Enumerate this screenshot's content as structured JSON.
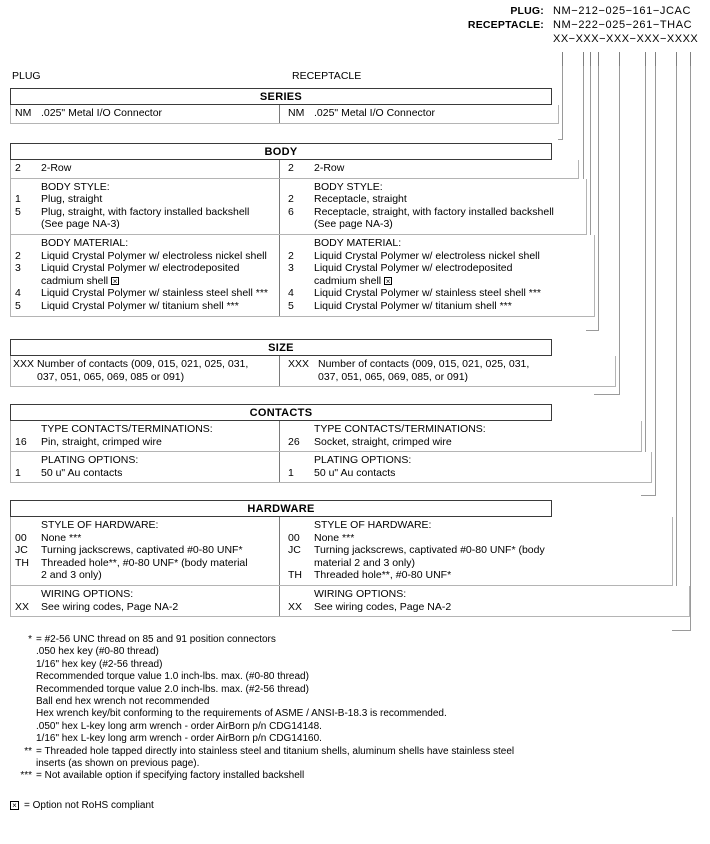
{
  "part_numbers": {
    "plug": {
      "label": "PLUG:",
      "value": "NM−212−025−161−JCAC"
    },
    "receptacle": {
      "label": "RECEPTACLE:",
      "value": "NM−222−025−261−THAC"
    },
    "template": "XX−XXX−XXX−XXX−XXXX"
  },
  "columns": {
    "plug": "PLUG",
    "receptacle": "RECEPTACLE"
  },
  "sections": [
    {
      "title": "SERIES",
      "blocks": [
        {
          "plug": {
            "header": "",
            "options": [
              {
                "code": "NM",
                "text": ".025\" Metal I/O Connector"
              }
            ]
          },
          "receptacle": {
            "header": "",
            "options": [
              {
                "code": "NM",
                "text": ".025\" Metal I/O Connector"
              }
            ]
          }
        }
      ]
    },
    {
      "title": "BODY",
      "blocks": [
        {
          "plug": {
            "header": "",
            "options": [
              {
                "code": "2",
                "text": "2-Row"
              }
            ]
          },
          "receptacle": {
            "header": "",
            "options": [
              {
                "code": "2",
                "text": "2-Row"
              }
            ]
          }
        },
        {
          "plug": {
            "header": "BODY STYLE:",
            "options": [
              {
                "code": "1",
                "text": "Plug, straight"
              },
              {
                "code": "5",
                "text": "Plug, straight, with factory installed backshell"
              }
            ],
            "continuation": "(See page NA-3)"
          },
          "receptacle": {
            "header": "BODY STYLE:",
            "options": [
              {
                "code": "2",
                "text": "Receptacle, straight"
              },
              {
                "code": "6",
                "text": "Receptacle, straight, with factory installed backshell"
              }
            ],
            "continuation": "(See page NA-3)"
          }
        },
        {
          "plug": {
            "header": "BODY MATERIAL:",
            "options": [
              {
                "code": "2",
                "text": "Liquid Crystal Polymer w/ electroless nickel shell"
              },
              {
                "code": "3",
                "text": "Liquid Crystal Polymer w/ electrodeposited"
              },
              {
                "code": "4",
                "text": "Liquid Crystal Polymer w/ stainless steel shell ***"
              },
              {
                "code": "5",
                "text": "Liquid Crystal Polymer w/ titanium shell ***"
              }
            ],
            "inline_continuation": {
              "after_index": 1,
              "text": "cadmium shell",
              "rohs": true
            }
          },
          "receptacle": {
            "header": "BODY MATERIAL:",
            "options": [
              {
                "code": "2",
                "text": "Liquid Crystal Polymer w/ electroless nickel shell"
              },
              {
                "code": "3",
                "text": "Liquid Crystal Polymer w/ electrodeposited"
              },
              {
                "code": "4",
                "text": "Liquid Crystal Polymer w/ stainless steel shell ***"
              },
              {
                "code": "5",
                "text": "Liquid Crystal Polymer w/ titanium shell ***"
              }
            ],
            "inline_continuation": {
              "after_index": 1,
              "text": "cadmium shell",
              "rohs": true
            }
          }
        }
      ]
    },
    {
      "title": "SIZE",
      "blocks": [
        {
          "plug": {
            "header": "",
            "options": [
              {
                "code": "XXX",
                "text": "Number of contacts (009, 015, 021, 025, 031,"
              }
            ],
            "continuation": "037, 051, 065, 069, 085 or 091)"
          },
          "receptacle": {
            "header": "",
            "options": [
              {
                "code": "XXX",
                "text": "Number of contacts (009, 015, 021, 025, 031,"
              }
            ],
            "continuation": "037, 051, 065, 069, 085, or 091)"
          }
        }
      ]
    },
    {
      "title": "CONTACTS",
      "blocks": [
        {
          "plug": {
            "header": "TYPE CONTACTS/TERMINATIONS:",
            "options": [
              {
                "code": "16",
                "text": "Pin, straight, crimped wire"
              }
            ]
          },
          "receptacle": {
            "header": "TYPE CONTACTS/TERMINATIONS:",
            "options": [
              {
                "code": "26",
                "text": "Socket, straight, crimped wire"
              }
            ]
          }
        },
        {
          "plug": {
            "header": "PLATING OPTIONS:",
            "options": [
              {
                "code": "1",
                "text": "50 u\" Au contacts"
              }
            ]
          },
          "receptacle": {
            "header": "PLATING OPTIONS:",
            "options": [
              {
                "code": "1",
                "text": "50 u\" Au contacts"
              }
            ]
          }
        }
      ]
    },
    {
      "title": "HARDWARE",
      "blocks": [
        {
          "plug": {
            "header": "STYLE OF HARDWARE:",
            "options": [
              {
                "code": "00",
                "text": "None ***"
              },
              {
                "code": "JC",
                "text": "Turning jackscrews, captivated #0-80 UNF*"
              },
              {
                "code": "TH",
                "text": "Threaded hole**, #0-80 UNF* (body material"
              }
            ],
            "continuation": "2 and 3 only)"
          },
          "receptacle": {
            "header": "STYLE OF HARDWARE:",
            "options": [
              {
                "code": "00",
                "text": "None ***"
              },
              {
                "code": "JC",
                "text": "Turning jackscrews, captivated #0-80 UNF* (body"
              },
              {
                "code": "TH",
                "text": "Threaded hole**, #0-80 UNF*"
              }
            ],
            "mid_continuation": {
              "after_index": 1,
              "text": "material 2 and 3 only)"
            }
          }
        },
        {
          "plug": {
            "header": "WIRING OPTIONS:",
            "options": [
              {
                "code": "XX",
                "text": "See wiring codes, Page NA-2"
              }
            ]
          },
          "receptacle": {
            "header": "WIRING OPTIONS:",
            "options": [
              {
                "code": "XX",
                "text": "See wiring codes, Page NA-2"
              }
            ]
          }
        }
      ]
    }
  ],
  "footnotes": [
    {
      "mark": "*",
      "text": "= #2-56 UNC thread on 85 and 91 position connectors"
    },
    {
      "mark": "",
      "indent": true,
      "text": ".050 hex key (#0-80 thread)"
    },
    {
      "mark": "",
      "indent": true,
      "text": "1/16\" hex key (#2-56 thread)"
    },
    {
      "mark": "",
      "indent": true,
      "text": "Recommended torque value 1.0 inch-lbs. max. (#0-80 thread)"
    },
    {
      "mark": "",
      "indent": true,
      "text": "Recommended torque value 2.0 inch-lbs. max. (#2-56 thread)"
    },
    {
      "mark": "",
      "indent": true,
      "text": "Ball end hex wrench not recommended"
    },
    {
      "mark": "",
      "indent": true,
      "text": "Hex wrench key/bit conforming to the requirements of ASME / ANSI-B-18.3 is recommended."
    },
    {
      "mark": "",
      "indent": true,
      "text": ".050\" hex L-key long arm wrench - order AirBorn p/n CDG14148."
    },
    {
      "mark": "",
      "indent": true,
      "text": "1/16\" hex L-key long arm wrench - order AirBorn p/n CDG14160."
    },
    {
      "mark": "**",
      "text": "= Threaded hole tapped directly into stainless steel and titanium shells, aluminum shells have stainless steel"
    },
    {
      "mark": "",
      "indent": true,
      "text": "inserts (as shown on previous page)."
    },
    {
      "mark": "***",
      "text": "= Not available option if specifying factory installed backshell"
    }
  ],
  "rohs_note": "= Option not RoHS compliant"
}
